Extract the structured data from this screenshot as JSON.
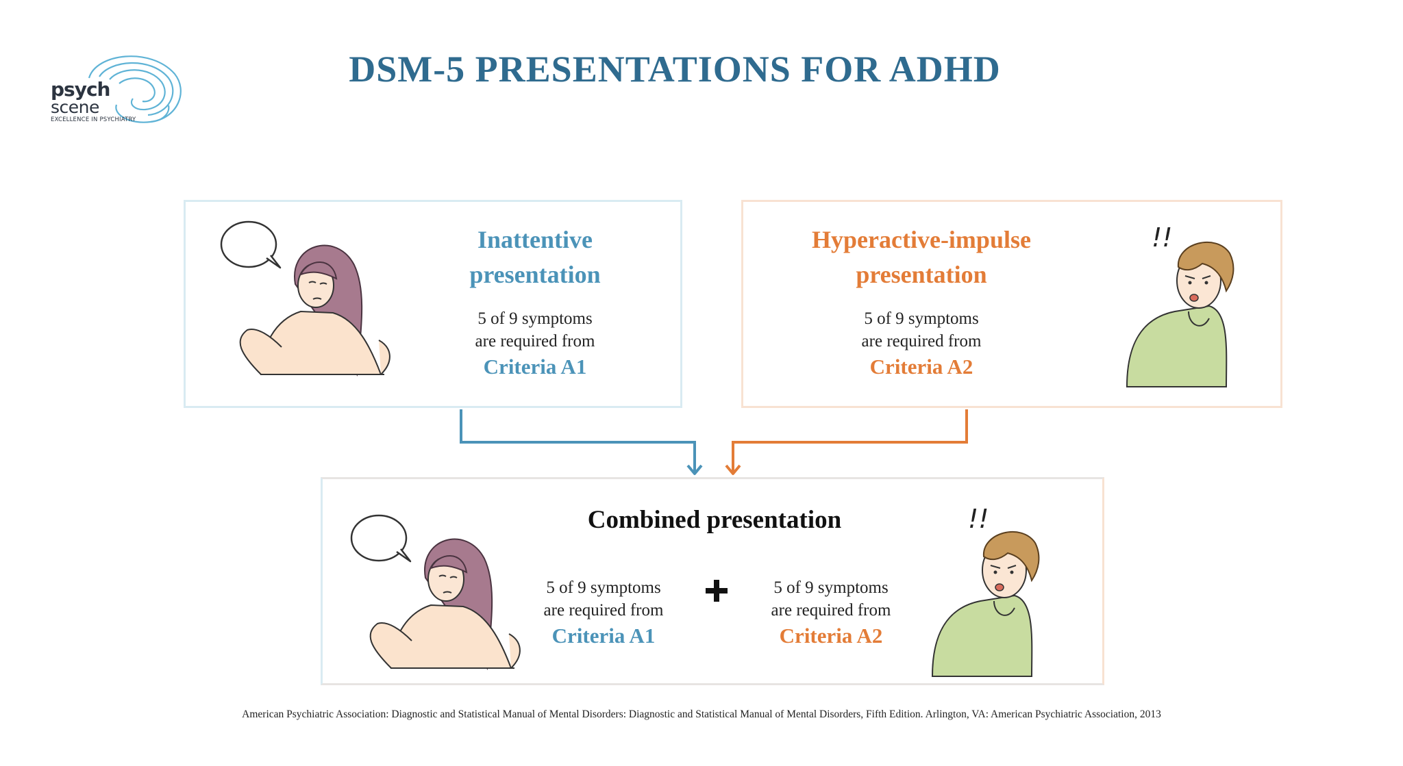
{
  "logo": {
    "line1": "psych",
    "line2": "scene",
    "tagline": "EXCELLENCE IN PSYCHIATRY"
  },
  "title": "DSM-5 PRESENTATIONS FOR ADHD",
  "inattentive": {
    "title_line1": "Inattentive",
    "title_line2": "presentation",
    "symptoms_line1": "5 of 9 symptoms",
    "symptoms_line2": "are required from",
    "criteria": "Criteria A1"
  },
  "hyperactive": {
    "title_line1": "Hyperactive-impulse",
    "title_line2": "presentation",
    "symptoms_line1": "5 of 9 symptoms",
    "symptoms_line2": "are required from",
    "criteria": "Criteria A2",
    "exclamation": "!!"
  },
  "combined": {
    "title": "Combined presentation",
    "left": {
      "symptoms_line1": "5 of 9 symptoms",
      "symptoms_line2": "are required from",
      "criteria": "Criteria A1"
    },
    "right": {
      "symptoms_line1": "5 of 9 symptoms",
      "symptoms_line2": "are required from",
      "criteria": "Criteria A2"
    },
    "exclamation": "!!"
  },
  "colors": {
    "title": "#2f6b8f",
    "blue": "#4b93b8",
    "orange": "#e37c37"
  },
  "footnote": "American Psychiatric Association: Diagnostic and Statistical Manual of Mental Disorders: Diagnostic and Statistical Manual of Mental Disorders, Fifth Edition. Arlington, VA: American Psychiatric Association, 2013"
}
